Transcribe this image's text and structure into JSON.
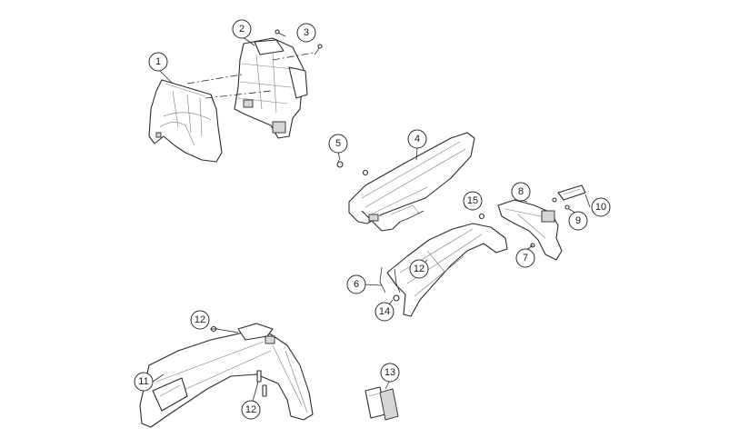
{
  "callouts": [
    {
      "id": "c1",
      "label": "1"
    },
    {
      "id": "c2",
      "label": "2"
    },
    {
      "id": "c3",
      "label": "3"
    },
    {
      "id": "c4",
      "label": "4"
    },
    {
      "id": "c5",
      "label": "5"
    },
    {
      "id": "c6",
      "label": "6"
    },
    {
      "id": "c7",
      "label": "7"
    },
    {
      "id": "c8",
      "label": "8"
    },
    {
      "id": "c9",
      "label": "9"
    },
    {
      "id": "c10",
      "label": "10"
    },
    {
      "id": "c11",
      "label": "11"
    },
    {
      "id": "c12a",
      "label": "12"
    },
    {
      "id": "c12b",
      "label": "12"
    },
    {
      "id": "c12c",
      "label": "12"
    },
    {
      "id": "c13",
      "label": "13"
    },
    {
      "id": "c14",
      "label": "14"
    },
    {
      "id": "c15",
      "label": "15"
    }
  ]
}
